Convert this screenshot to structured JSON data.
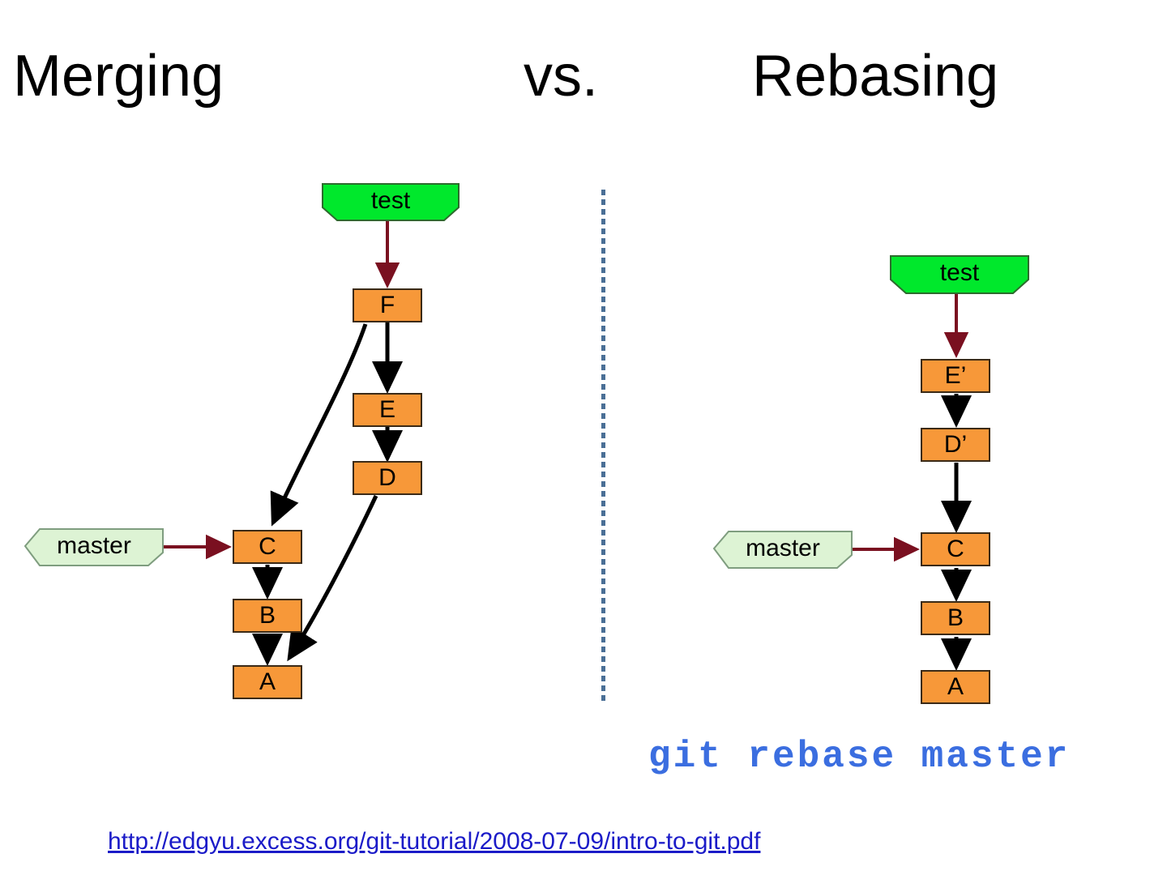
{
  "title": {
    "left": "Merging",
    "middle": "vs.",
    "right": "Rebasing"
  },
  "colors": {
    "commit_fill": "#f79839",
    "commit_stroke": "#3b2a16",
    "test_tag_fill": "#00e82c",
    "test_tag_stroke": "#2d6b2d",
    "master_tag_fill": "#ddf3d4",
    "master_tag_stroke": "#7f9d7f",
    "branch_arrow": "#7a1020",
    "commit_arrow": "#000000",
    "divider": "#4a6f96",
    "command_text": "#3b6ee0",
    "link_text": "#1b1bc8"
  },
  "diagrams": {
    "merging": {
      "name": "merging-diagram",
      "branch_tags": [
        {
          "id": "test",
          "label": "test",
          "kind": "test"
        },
        {
          "id": "master",
          "label": "master",
          "kind": "master"
        }
      ],
      "commits": [
        {
          "id": "F",
          "label": "F"
        },
        {
          "id": "E",
          "label": "E"
        },
        {
          "id": "D",
          "label": "D"
        },
        {
          "id": "C",
          "label": "C"
        },
        {
          "id": "B",
          "label": "B"
        },
        {
          "id": "A",
          "label": "A"
        }
      ],
      "edges": [
        {
          "from": "test",
          "to": "F",
          "kind": "branch-pointer"
        },
        {
          "from": "F",
          "to": "E",
          "kind": "parent"
        },
        {
          "from": "F",
          "to": "C",
          "kind": "parent"
        },
        {
          "from": "E",
          "to": "D",
          "kind": "parent"
        },
        {
          "from": "D",
          "to": "A",
          "kind": "parent"
        },
        {
          "from": "master",
          "to": "C",
          "kind": "branch-pointer"
        },
        {
          "from": "C",
          "to": "B",
          "kind": "parent"
        },
        {
          "from": "B",
          "to": "A",
          "kind": "parent"
        }
      ]
    },
    "rebasing": {
      "name": "rebasing-diagram",
      "branch_tags": [
        {
          "id": "test",
          "label": "test",
          "kind": "test"
        },
        {
          "id": "master",
          "label": "master",
          "kind": "master"
        }
      ],
      "commits": [
        {
          "id": "Ep",
          "label": "E’"
        },
        {
          "id": "Dp",
          "label": "D’"
        },
        {
          "id": "C",
          "label": "C"
        },
        {
          "id": "B",
          "label": "B"
        },
        {
          "id": "A",
          "label": "A"
        }
      ],
      "edges": [
        {
          "from": "test",
          "to": "Ep",
          "kind": "branch-pointer"
        },
        {
          "from": "Ep",
          "to": "Dp",
          "kind": "parent"
        },
        {
          "from": "Dp",
          "to": "C",
          "kind": "parent"
        },
        {
          "from": "master",
          "to": "C",
          "kind": "branch-pointer"
        },
        {
          "from": "C",
          "to": "B",
          "kind": "parent"
        },
        {
          "from": "B",
          "to": "A",
          "kind": "parent"
        }
      ],
      "caption": "git rebase master"
    }
  },
  "footer": {
    "url": "http://edgyu.excess.org/git-tutorial/2008-07-09/intro-to-git.pdf"
  }
}
